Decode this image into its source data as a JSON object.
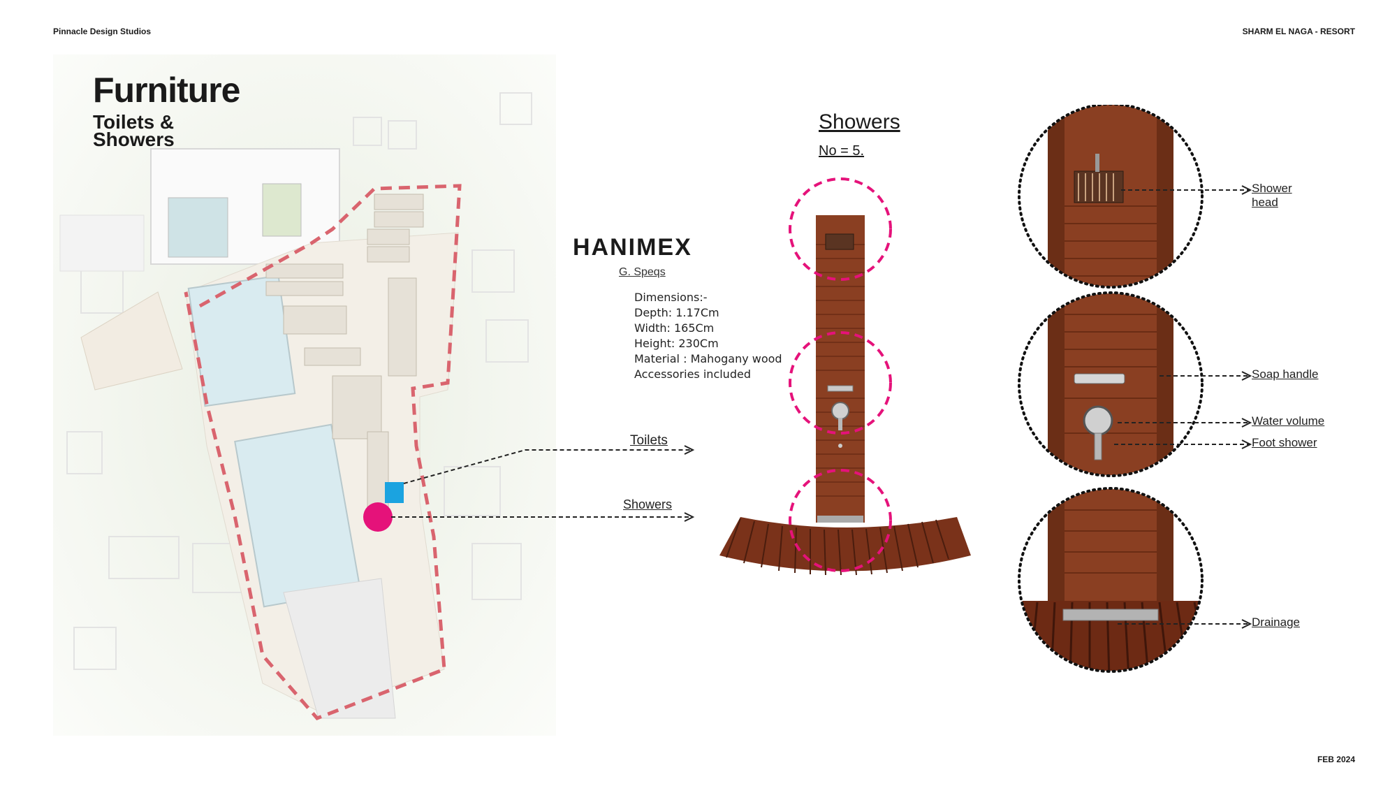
{
  "header": {
    "company": "Pinnacle Design Studios",
    "project": "SHARM EL NAGA - RESORT",
    "date": "FEB 2024"
  },
  "page": {
    "title": "Furniture",
    "subtitle_line1": "Toilets &",
    "subtitle_line2": "Showers"
  },
  "brand": {
    "logo_text": "HANIMEX",
    "specs_link": "G. Speqs"
  },
  "specs": [
    "Dimensions:-",
    "Depth: 1.17Cm",
    "Width: 165Cm",
    "Height: 230Cm",
    "Material : Mahogany wood",
    "Accessories included"
  ],
  "product": {
    "heading": "Showers",
    "count": "No = 5."
  },
  "plan_labels": {
    "toilets": "Toilets",
    "showers": "Showers"
  },
  "details": {
    "shower_head_1": "Shower",
    "shower_head_2": "head",
    "soap_handle": "Soap handle",
    "water_volume": "Water volume",
    "foot_shower": "Foot shower",
    "drainage": "Drainage"
  },
  "colors": {
    "site_boundary": "#d9646e",
    "toilets_marker": "#1ba3e0",
    "showers_marker": "#e5127a",
    "wood": "#8a3f22"
  }
}
